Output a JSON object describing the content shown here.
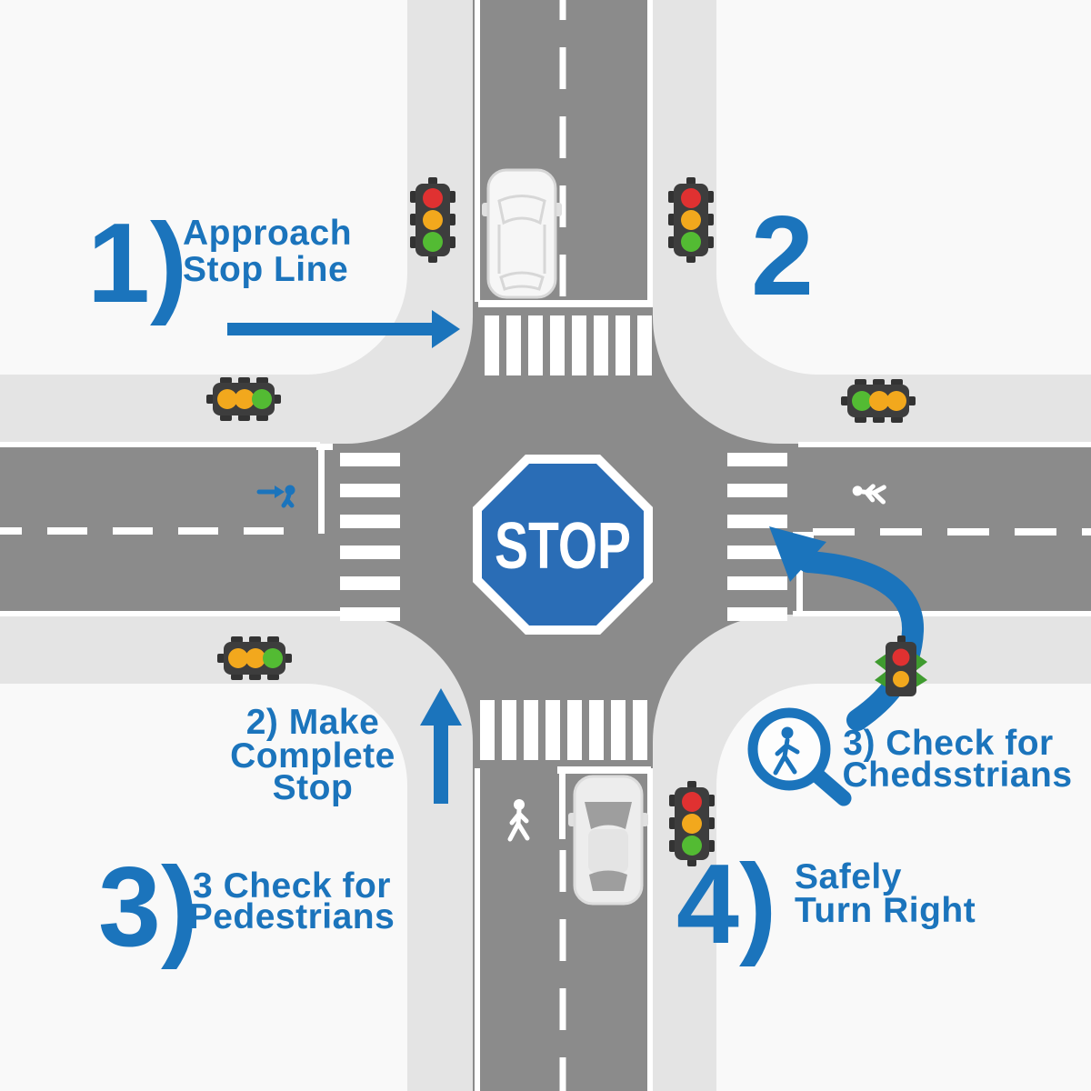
{
  "colors": {
    "background": "#f9f9f9",
    "sidewalk": "#e4e4e4",
    "road": "#8b8b8b",
    "marking": "#ffffff",
    "blue": "#1b74bc",
    "sign_blue": "#2a6db6",
    "housing": "#3d3d3d",
    "light_red": "#e03131",
    "light_amber": "#f2a81d",
    "light_green": "#53bb33"
  },
  "stop_sign": {
    "label": "STOP"
  },
  "steps": {
    "step1": {
      "number": "1)",
      "line1": "Approach",
      "line2": "Stop Line"
    },
    "step2_badge": {
      "number": "2"
    },
    "step2": {
      "line1": "2) Make",
      "line2": "Complete",
      "line3": "Stop"
    },
    "step3_left": {
      "number": "3)",
      "line1": "3 Check for",
      "line2": "Pedestrians"
    },
    "step3_right": {
      "line1": "3) Check for",
      "line2": "Chedsstrians"
    },
    "step4": {
      "number": "4)",
      "line1": "Safely",
      "line2": "Turn Right"
    }
  },
  "traffic_lights": [
    {
      "name": "north-left",
      "orientation": "vertical",
      "lights": [
        "red",
        "amber",
        "green"
      ]
    },
    {
      "name": "north-right",
      "orientation": "vertical",
      "lights": [
        "red",
        "amber",
        "green"
      ]
    },
    {
      "name": "west-upper",
      "orientation": "horizontal",
      "lights": [
        "amber",
        "amber",
        "green"
      ]
    },
    {
      "name": "east-upper",
      "orientation": "horizontal",
      "lights": [
        "green",
        "amber",
        "amber"
      ]
    },
    {
      "name": "west-lower",
      "orientation": "horizontal",
      "lights": [
        "amber",
        "amber",
        "green"
      ]
    },
    {
      "name": "south-right",
      "orientation": "vertical",
      "lights": [
        "red",
        "amber",
        "green"
      ]
    },
    {
      "name": "turn-arc-light",
      "orientation": "vertical",
      "lights": [
        "red",
        "amber"
      ]
    }
  ]
}
